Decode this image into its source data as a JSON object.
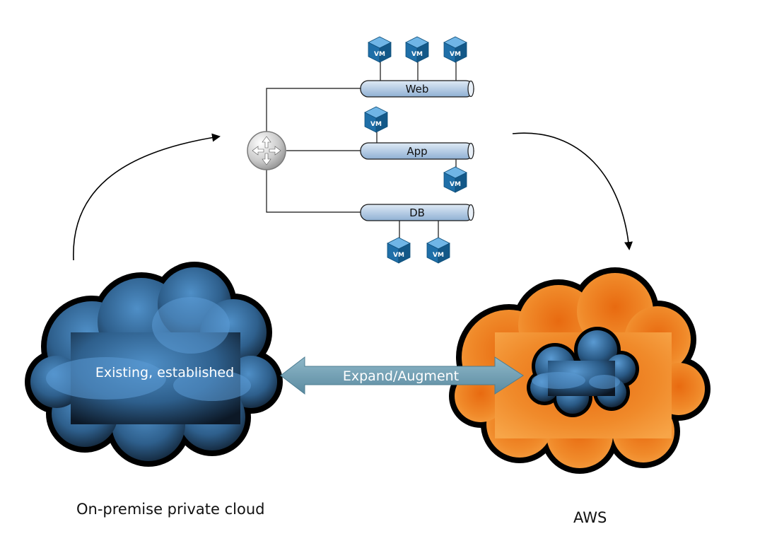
{
  "labels": {
    "web": "Web",
    "app": "App",
    "db": "DB",
    "vm": "VM",
    "existing": "Existing, established",
    "expand": "Expand/Augment",
    "on_premise": "On-premise private cloud",
    "aws": "AWS"
  },
  "colors": {
    "private_cloud_light": "#5b9bd5",
    "private_cloud_dark": "#0d1b2a",
    "aws_cloud_light": "#f29a3a",
    "aws_cloud_dark": "#d4600a",
    "bus_fill": "#b9cfe6",
    "vm_blue": "#1f6fa8",
    "arrow_fill": "#6f9fb3"
  }
}
